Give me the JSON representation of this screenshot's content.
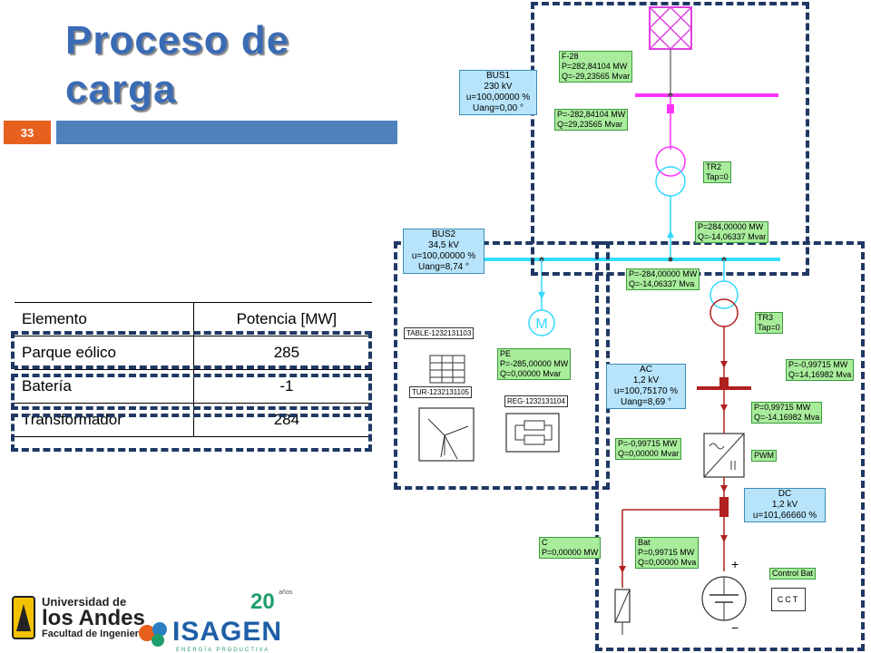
{
  "slide": {
    "title": "Proceso de\ncarga",
    "number": "33"
  },
  "table": {
    "headers": [
      "Elemento",
      "Potencia [MW]"
    ],
    "rows": [
      [
        "Parque eólico",
        "285"
      ],
      [
        "Batería",
        "-1"
      ],
      [
        "Transformador",
        "284"
      ]
    ]
  },
  "diagram": {
    "f28": "F-28\nP=282,84104 MW\nQ=-29,23565 Mvar",
    "bus1": "BUS1\n230 kV\nu=100,00000 %\nUang=0,00 °",
    "f28_lower": "P=-282,84104 MW\nQ=29,23565 Mvar",
    "tr2": "TR2\nTap=0",
    "tr2_lower": "P=284,00000 MW\nQ=-14,06337 Mvar",
    "bus2": "BUS2\n34,5 kV\nu=100,00000 %\nUang=8,74 °",
    "bus2_flow": "P=-284,00000 MW\nQ=-14,06337 Mva",
    "tr3": "TR3\nTap=0",
    "tr3_upper": "P=-0,99715 MW\nQ=14,16982 Mva",
    "tr3_lower": "P=0,99715 MW\nQ=-14,16982 Mva",
    "table_label": "TABLE-1232131103",
    "pe": "PE\nP=-285,00000 MW\nQ=0,00000 Mvar",
    "tur_label": "TUR-1232131105",
    "reg_label": "REG-1232131104",
    "ac": "AC\n1,2 kV\nu=100,75170 %\nUang=8,69 °",
    "conv": "P=-0,99715 MW\nQ=0,00000 Mvar",
    "pwm": "PWM",
    "dc": "DC\n1,2 kV\nu=101,66660 %",
    "c": "C\nP=0,00000 MW",
    "bat": "Bat\nP=0,99715 MW\nQ=0,00000 Mva",
    "control_bat": "Control Bat",
    "cct": "CCT",
    "plus": "+",
    "minus": "−"
  },
  "logos": {
    "uniandes_line1": "Universidad de",
    "uniandes_line2": "los Andes",
    "uniandes_line3": "Facultad de Ingeniería",
    "isagen": "ISAGEN",
    "isagen_sub": "ENERGÍA PRODUCTIVA",
    "isagen_anniv": "20",
    "isagen_years": "años"
  },
  "colors": {
    "title": "#3a6bb5",
    "number_box": "#e8601e",
    "title_bar": "#4f81bd",
    "dashed_frame": "#1f3864",
    "bus_230": "#ff33ff",
    "bus_34": "#33e0ff",
    "dc_line": "#b02020",
    "label_green": "#a8ec9c",
    "label_blue": "#b7e4fa"
  }
}
